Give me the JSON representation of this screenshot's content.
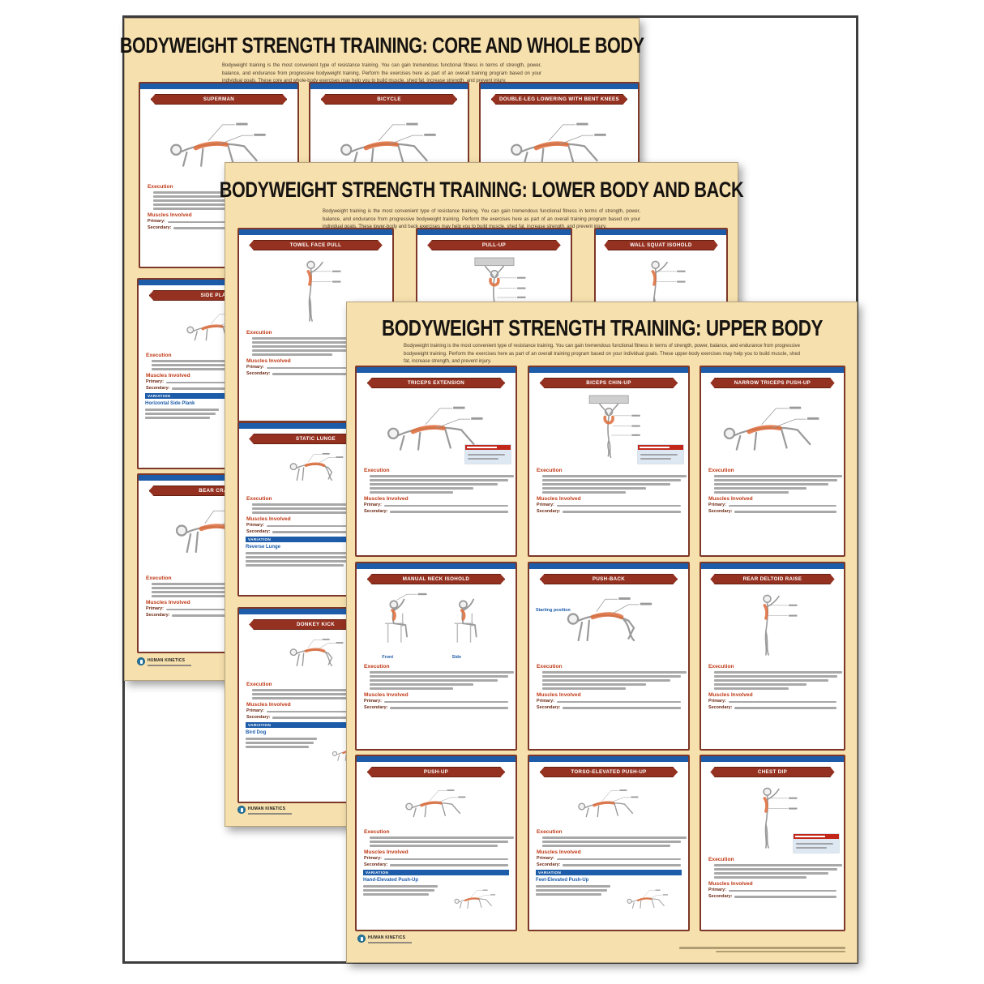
{
  "labels": {
    "execution": "Execution",
    "muscles_involved": "Muscles Involved",
    "primary": "Primary:",
    "secondary": "Secondary:",
    "variation": "VARIATION"
  },
  "logo": {
    "name": "HUMAN KINETICS"
  },
  "posters": [
    {
      "title": "BODYWEIGHT STRENGTH TRAINING: CORE AND WHOLE BODY",
      "intro": "Bodyweight training is the most convenient type of resistance training. You can gain tremendous functional fitness in terms of strength, power, balance, and endurance from progressive bodyweight training. Perform the exercises here as part of an overall training program based on your individual goals. These core and whole-body exercises may help you to build muscle, shed fat, increase strength, and prevent injury.",
      "cells": [
        {
          "title": "SUPERMAN",
          "figure": "lying-figure"
        },
        {
          "title": "BICYCLE",
          "figure": "lying-figure"
        },
        {
          "title": "DOUBLE-LEG LOWERING WITH BENT KNEES",
          "figure": "lying-figure"
        },
        {
          "title": "SIDE PLANK",
          "figure": "plank-figure",
          "variation": "Horizontal Side Plank",
          "var_fig": true
        },
        {
          "title": "BEAR CRAWL",
          "figure": "crawl-figure"
        }
      ]
    },
    {
      "title": "BODYWEIGHT STRENGTH TRAINING: LOWER BODY AND BACK",
      "intro": "Bodyweight training is the most convenient type of resistance training. You can gain tremendous functional fitness in terms of strength, power, balance, and endurance from progressive bodyweight training. Perform the exercises here as part of an overall training program based on your individual goals. These lower-body and back exercises may help you to build muscle, shed fat, increase strength, and prevent injury.",
      "cells": [
        {
          "title": "TOWEL FACE PULL",
          "figure": "standing-figure"
        },
        {
          "title": "PULL-UP",
          "figure": "hanging-figure"
        },
        {
          "title": "WALL SQUAT ISOHOLD",
          "figure": "standing-figure"
        },
        {
          "title": "STATIC LUNGE",
          "figure": "lunge-figure",
          "variation": "Reverse Lunge",
          "var_fig": false
        },
        {
          "title": "DONKEY KICK",
          "figure": "crawl-figure",
          "variation": "Bird Dog",
          "var_fig": true
        }
      ]
    },
    {
      "title": "BODYWEIGHT STRENGTH TRAINING: UPPER BODY",
      "intro": "Bodyweight training is the most convenient type of resistance training. You can gain tremendous functional fitness in terms of strength, power, balance, and endurance from progressive bodyweight training. Perform the exercises here as part of an overall training program based on your individual goals. These upper-body exercises may help you to build muscle, shed fat, increase strength, and prevent injury.",
      "cells": [
        {
          "title": "TRICEPS EXTENSION",
          "figure": "plank-figure",
          "caution": true
        },
        {
          "title": "BICEPS CHIN-UP",
          "figure": "hanging-figure",
          "caution": true
        },
        {
          "title": "NARROW TRICEPS PUSH-UP",
          "figure": "plank-figure"
        },
        {
          "title": "MANUAL NECK ISOHOLD",
          "figure": "seated-pair-figure",
          "captions": [
            "Front",
            "Side"
          ]
        },
        {
          "title": "PUSH-BACK",
          "figure": "crawl-figure",
          "captions": [
            "Starting position"
          ]
        },
        {
          "title": "REAR DELTOID RAISE",
          "figure": "standing-figure"
        },
        {
          "title": "PUSH-UP",
          "figure": "plank-figure",
          "variation": "Hand-Elevated Push-Up",
          "var_fig": true
        },
        {
          "title": "TORSO-ELEVATED PUSH-UP",
          "figure": "plank-figure",
          "variation": "Feet-Elevated Push-Up",
          "var_fig": true
        },
        {
          "title": "CHEST DIP",
          "figure": "dip-figure",
          "caution": true
        }
      ]
    }
  ]
}
